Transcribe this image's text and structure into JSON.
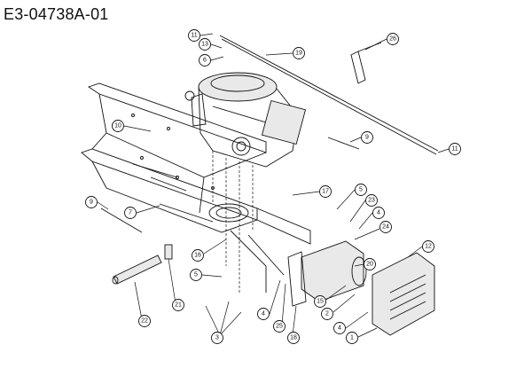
{
  "diagram": {
    "title": "E3-04738A-01",
    "callouts": [
      {
        "id": "c11a",
        "label": "11"
      },
      {
        "id": "c13",
        "label": "13"
      },
      {
        "id": "c6",
        "label": "6"
      },
      {
        "id": "c19",
        "label": "19"
      },
      {
        "id": "c26",
        "label": "26"
      },
      {
        "id": "c10",
        "label": "10"
      },
      {
        "id": "c9a",
        "label": "9"
      },
      {
        "id": "c11b",
        "label": "11"
      },
      {
        "id": "c17",
        "label": "17"
      },
      {
        "id": "c5a",
        "label": "5"
      },
      {
        "id": "c23",
        "label": "23"
      },
      {
        "id": "c4a",
        "label": "4"
      },
      {
        "id": "c24",
        "label": "24"
      },
      {
        "id": "c12",
        "label": "12"
      },
      {
        "id": "c9b",
        "label": "9"
      },
      {
        "id": "c7",
        "label": "7"
      },
      {
        "id": "c16",
        "label": "16"
      },
      {
        "id": "c5b",
        "label": "5"
      },
      {
        "id": "c20",
        "label": "20"
      },
      {
        "id": "c15",
        "label": "15"
      },
      {
        "id": "c2",
        "label": "2"
      },
      {
        "id": "c4b",
        "label": "4"
      },
      {
        "id": "c4c",
        "label": "4"
      },
      {
        "id": "c1",
        "label": "1"
      },
      {
        "id": "c21",
        "label": "21"
      },
      {
        "id": "c22",
        "label": "22"
      },
      {
        "id": "c25",
        "label": "25"
      },
      {
        "id": "c18",
        "label": "18"
      },
      {
        "id": "c3",
        "label": "3"
      }
    ]
  }
}
